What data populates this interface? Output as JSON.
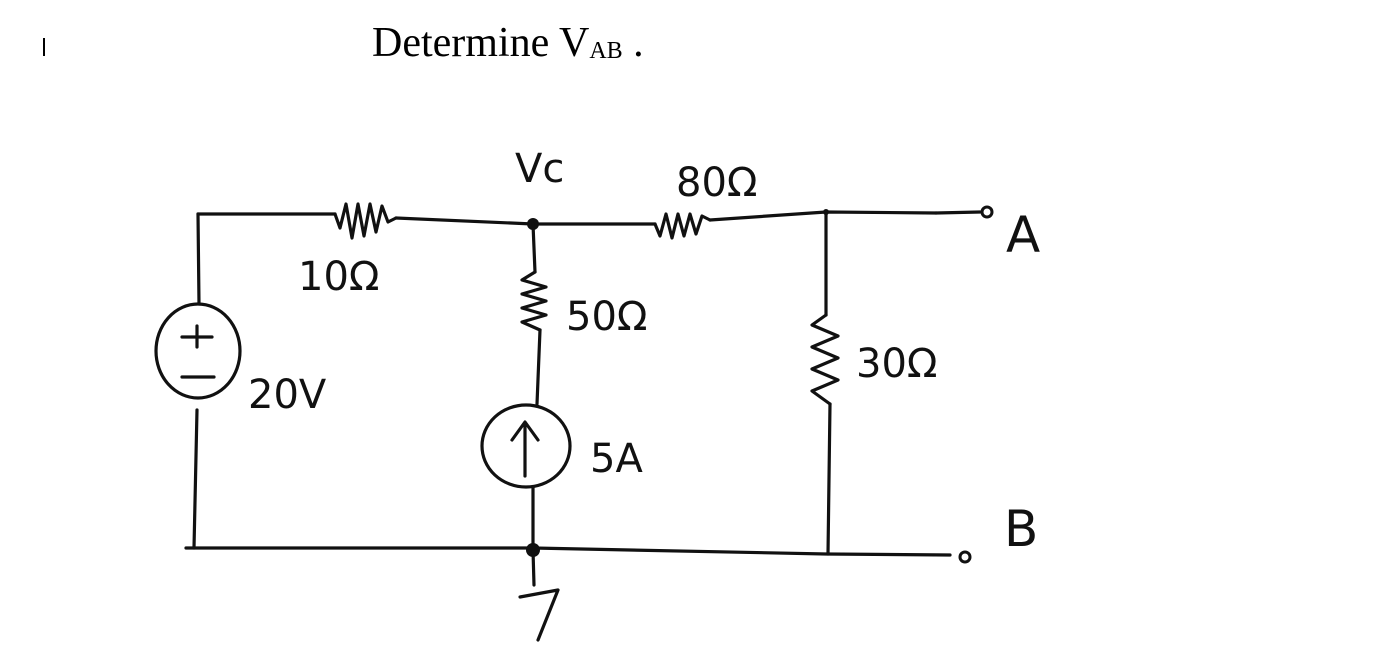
{
  "title": {
    "text": "Determine V",
    "subscript": "AB",
    "suffix": "."
  },
  "labels": {
    "node_c": "Vc",
    "r_10": "10Ω",
    "r_80": "80Ω",
    "r_50": "50Ω",
    "r_30": "30Ω",
    "source_v": "20V",
    "source_i": "5A",
    "terminal_a": "A",
    "terminal_b": "B",
    "v_plus": "+",
    "v_minus": "−",
    "i_arrow": "↑"
  },
  "colors": {
    "ink": "#111111",
    "background": "#ffffff"
  }
}
